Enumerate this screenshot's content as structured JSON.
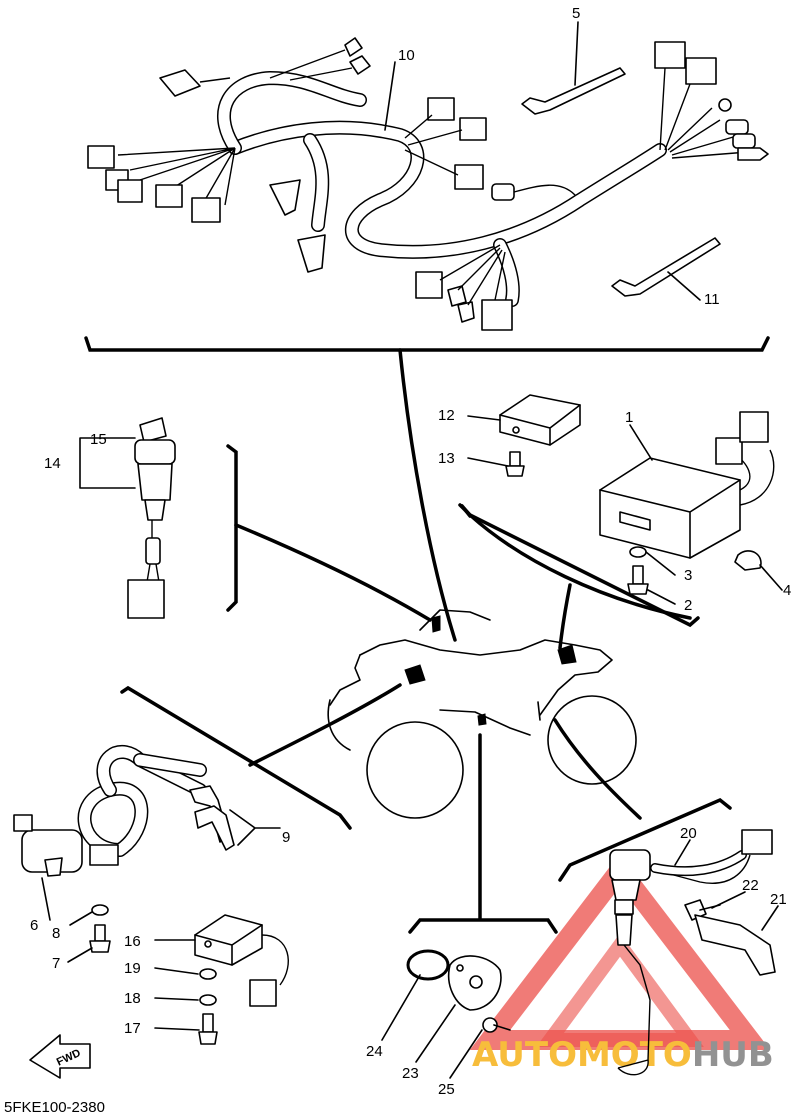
{
  "diagram_code": "5FKE100-2380",
  "fwd_label": "FWD",
  "watermark": {
    "part1": "AUTOMOTO",
    "part2": "HUB",
    "color1": "#f6b21a",
    "color2": "#808080",
    "triangle_color": "#e8302a"
  },
  "callouts": {
    "c1": "1",
    "c2": "2",
    "c3": "3",
    "c4": "4",
    "c5": "5",
    "c6": "6",
    "c7": "7",
    "c8": "8",
    "c9": "9",
    "c10": "10",
    "c11": "11",
    "c12": "12",
    "c13": "13",
    "c14": "14",
    "c15": "15",
    "c16": "16",
    "c17": "17",
    "c18": "18",
    "c19": "19",
    "c20": "20",
    "c21": "21",
    "c22": "22",
    "c23": "23",
    "c24": "24",
    "c25": "25"
  }
}
